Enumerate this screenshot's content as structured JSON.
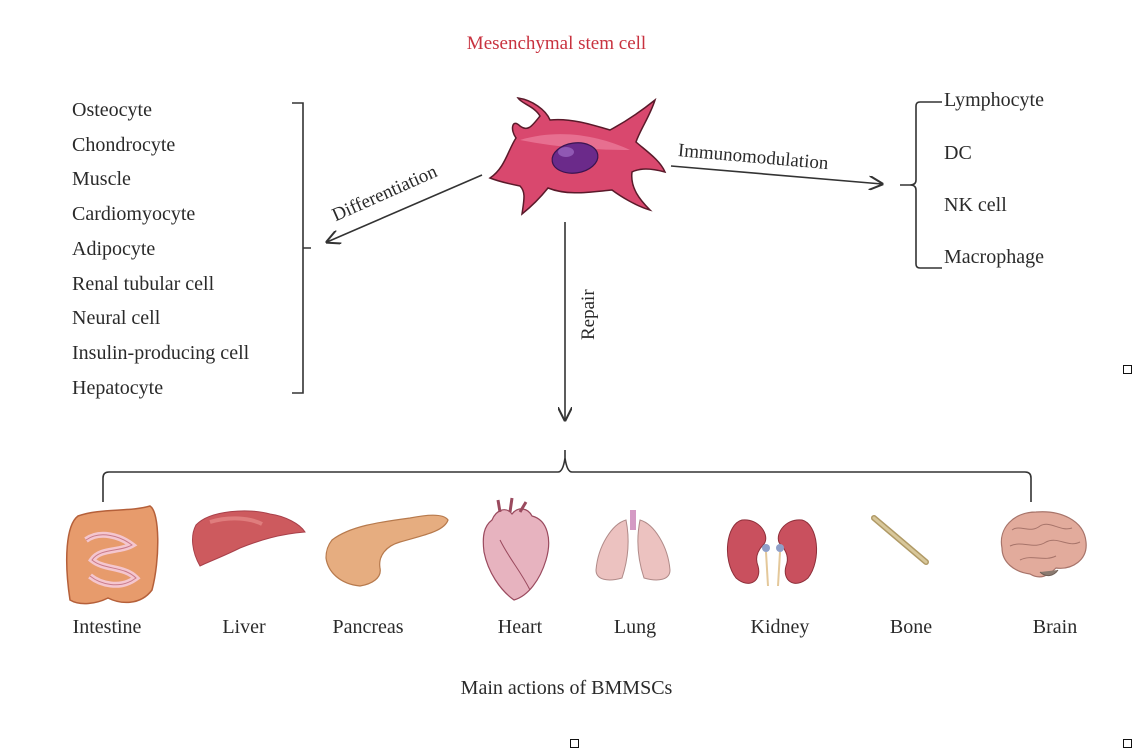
{
  "title": "Mesenchymal stem cell",
  "center_cell": {
    "icon": "mesenchymal-stem-cell-icon",
    "body_color": "#d9486e",
    "nucleus_color": "#6b2a8a"
  },
  "arrows": {
    "differentiation": "Differentiation",
    "immunomodulation": "Immunomodulation",
    "repair": "Repair"
  },
  "differentiation_targets": [
    "Osteocyte",
    "Chondrocyte",
    "Muscle",
    "Cardiomyocyte",
    "Adipocyte",
    "Renal tubular cell",
    "Neural cell",
    "Insulin-producing cell",
    "Hepatocyte"
  ],
  "immunomodulation_targets": [
    "Lymphocyte",
    "DC",
    "NK cell",
    "Macrophage"
  ],
  "organs": [
    {
      "label": "Intestine",
      "icon": "intestine-icon"
    },
    {
      "label": "Liver",
      "icon": "liver-icon"
    },
    {
      "label": "Pancreas",
      "icon": "pancreas-icon"
    },
    {
      "label": "Heart",
      "icon": "heart-icon"
    },
    {
      "label": "Lung",
      "icon": "lung-icon"
    },
    {
      "label": "Kidney",
      "icon": "kidney-icon"
    },
    {
      "label": "Bone",
      "icon": "bone-icon"
    },
    {
      "label": "Brain",
      "icon": "brain-icon"
    }
  ],
  "caption": "Main actions of BMMSCs",
  "colors": {
    "title": "#c8323f",
    "text": "#2a2a2a",
    "line": "#333333"
  }
}
